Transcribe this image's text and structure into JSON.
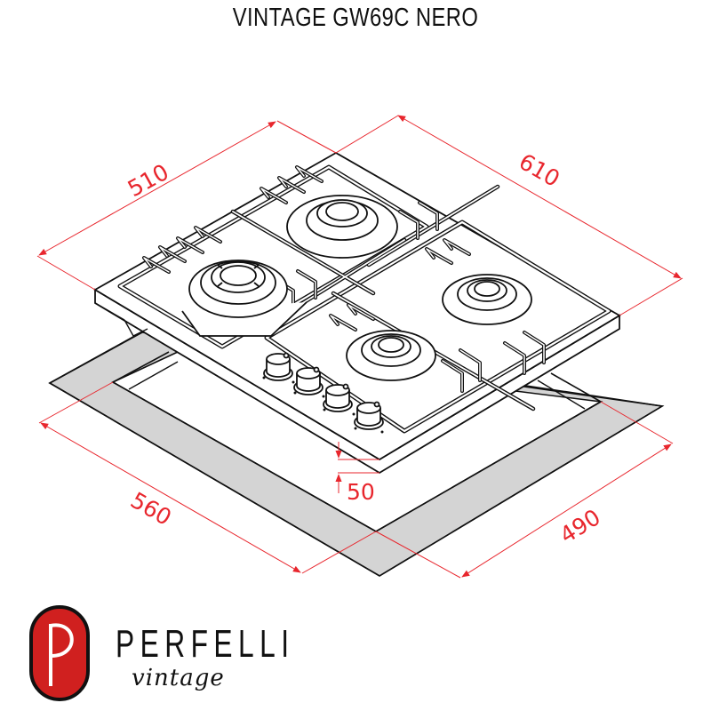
{
  "title": "VINTAGE GW69C NERO",
  "dimensions": {
    "hob_depth": "510",
    "hob_width": "610",
    "cutout_width": "560",
    "cutout_depth": "490",
    "height": "50"
  },
  "brand": {
    "logo_letter": "P",
    "name": "PERFELLI",
    "tagline": "vintage"
  },
  "colors": {
    "dimension": "#e8262d",
    "outline": "#111111",
    "cutout_fill": "#d4d4d4",
    "logo_red": "#d0201f"
  }
}
